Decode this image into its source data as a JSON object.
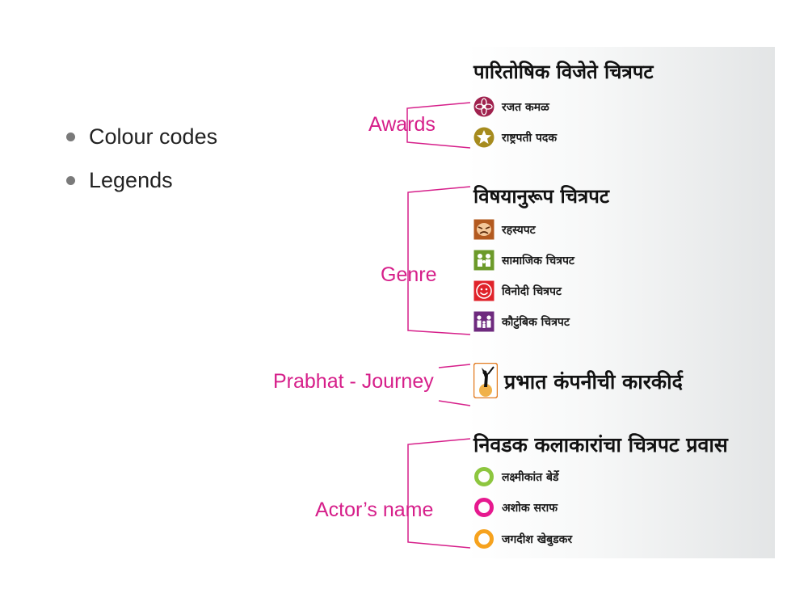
{
  "bullets": [
    {
      "label": "Colour codes"
    },
    {
      "label": "Legends"
    }
  ],
  "categories": {
    "awards": "Awards",
    "genre": "Genre",
    "prabhat": "Prabhat - Journey",
    "actor": "Actor’s name"
  },
  "awards": {
    "heading": "पारितोषिक विजेते चित्रपट",
    "items": [
      {
        "label": "रजत कमळ",
        "icon": "lotus-icon",
        "color": "#a0224e"
      },
      {
        "label": "राष्ट्रपती पदक",
        "icon": "star-medal-icon",
        "color": "#a68b1e"
      }
    ]
  },
  "genre": {
    "heading": "विषयानुरूप चित्रपट",
    "items": [
      {
        "label": "रहस्यपट",
        "icon": "mystery-mask-icon",
        "color": "#b35a1f"
      },
      {
        "label": "सामाजिक चित्रपट",
        "icon": "social-people-icon",
        "color": "#6c9a2a"
      },
      {
        "label": "विनोदी चित्रपट",
        "icon": "smiley-icon",
        "color": "#e0232a"
      },
      {
        "label": "कौटुंबिक चित्रपट",
        "icon": "family-icon",
        "color": "#6e2a7e"
      }
    ]
  },
  "prabhat": {
    "heading": "प्रभात कंपनीची कारकीर्द",
    "icon": "prabhat-tutari-logo-icon"
  },
  "actors": {
    "heading": "निवडक कलाकारांचा चित्रपट प्रवास",
    "items": [
      {
        "label": "लक्ष्मीकांत बेर्डे",
        "icon": "ring-icon",
        "color": "#8dc63f"
      },
      {
        "label": "अशोक सराफ",
        "icon": "ring-icon",
        "color": "#e6198f"
      },
      {
        "label": "जगदीश खेबुडकर",
        "icon": "ring-icon",
        "color": "#f6a21e"
      }
    ]
  },
  "colors": {
    "connector": "#d61f8a",
    "bullet": "#7a7a7a"
  }
}
